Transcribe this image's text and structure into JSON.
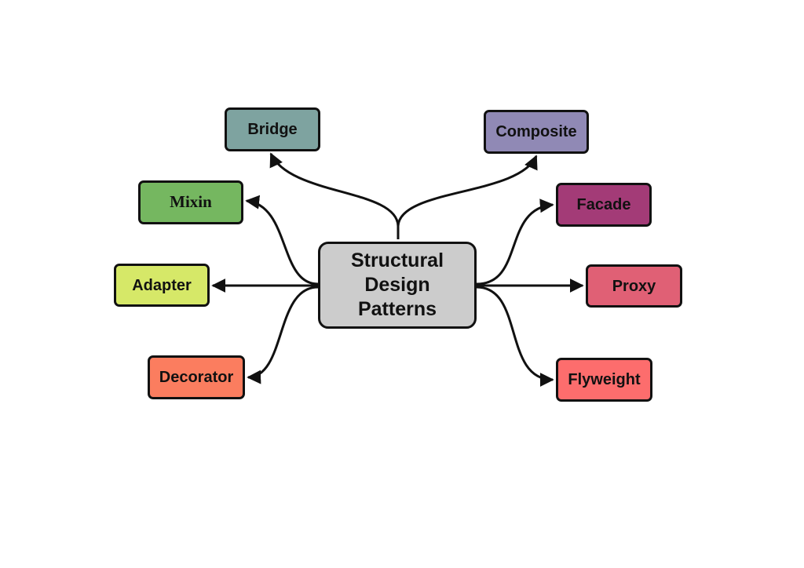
{
  "diagram": {
    "center": {
      "lines": [
        "Structural",
        "Design",
        "Patterns"
      ],
      "color": "#cccccc"
    },
    "nodes": [
      {
        "id": "bridge",
        "label": "Bridge",
        "color": "#7ea3a0"
      },
      {
        "id": "composite",
        "label": "Composite",
        "color": "#9089b5"
      },
      {
        "id": "mixin",
        "label": "Mixin",
        "color": "#75b760"
      },
      {
        "id": "facade",
        "label": "Facade",
        "color": "#a33b77"
      },
      {
        "id": "adapter",
        "label": "Adapter",
        "color": "#d6e868"
      },
      {
        "id": "proxy",
        "label": "Proxy",
        "color": "#e06075"
      },
      {
        "id": "decorator",
        "label": "Decorator",
        "color": "#fb7d5f"
      },
      {
        "id": "flyweight",
        "label": "Flyweight",
        "color": "#fd6d6d"
      }
    ],
    "edges": [
      {
        "from": "center",
        "to": "bridge"
      },
      {
        "from": "center",
        "to": "composite"
      },
      {
        "from": "center",
        "to": "mixin"
      },
      {
        "from": "center",
        "to": "facade"
      },
      {
        "from": "center",
        "to": "adapter"
      },
      {
        "from": "center",
        "to": "proxy"
      },
      {
        "from": "center",
        "to": "decorator"
      },
      {
        "from": "center",
        "to": "flyweight"
      }
    ]
  }
}
